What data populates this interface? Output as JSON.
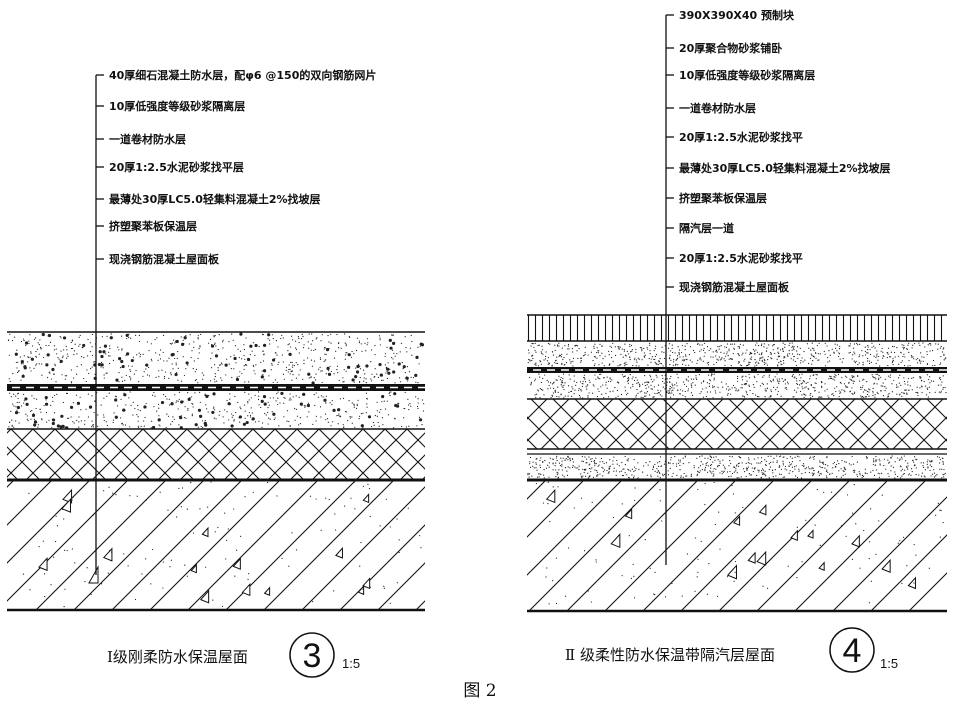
{
  "figure_label": "图 2",
  "details": [
    {
      "title": "Ⅰ级刚柔防水保温屋面",
      "detail_number": "3",
      "scale": "1:5",
      "layers": [
        "40厚细石混凝土防水层，配φ6 @150的双向钢筋网片",
        "10厚低强度等级砂浆隔离层",
        "一道卷材防水层",
        "20厚1:2.5水泥砂浆找平层",
        "最薄处30厚LC5.0轻集料混凝土2%找坡层",
        "挤塑聚苯板保温层",
        "现浇钢筋混凝土屋面板"
      ]
    },
    {
      "title": "Ⅱ 级柔性防水保温带隔汽层屋面",
      "detail_number": "4",
      "scale": "1:5",
      "layers": [
        "390X390X40 预制块",
        "20厚聚合物砂浆铺卧",
        "10厚低强度等级砂浆隔离层",
        "一道卷材防水层",
        "20厚1:2.5水泥砂浆找平",
        "最薄处30厚LC5.0轻集料混凝土2%找坡层",
        "挤塑聚苯板保温层",
        "隔汽层一道",
        "20厚1:2.5水泥砂浆找平",
        "现浇钢筋混凝土屋面板"
      ]
    }
  ]
}
